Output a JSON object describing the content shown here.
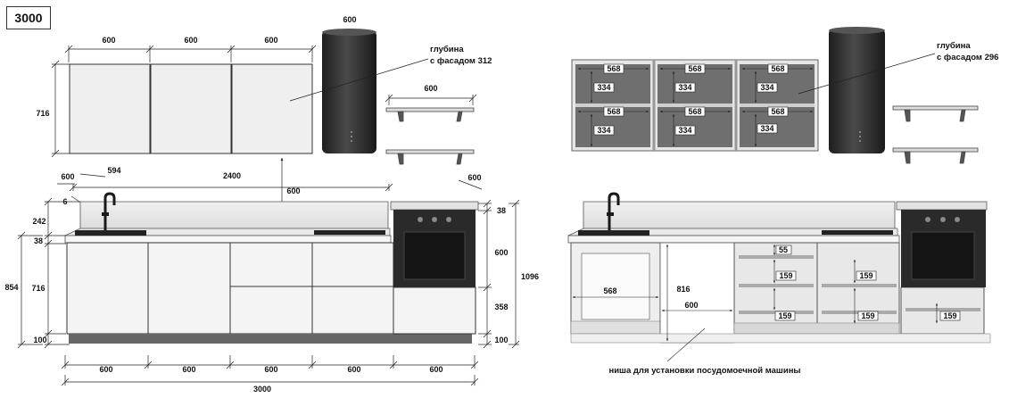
{
  "title": "3000",
  "left_view": {
    "upper_widths": [
      "600",
      "600",
      "600"
    ],
    "hood_width": "600",
    "upper_height": "716",
    "upper_depth_note": [
      "глубина",
      "с фасадом 312"
    ],
    "shelf_width": "600",
    "sink_depth": "594",
    "counter_depth_left": "600",
    "counter_length": "2400",
    "backsplash_gap": "600",
    "column_depth": "600",
    "panel_thickness": "6",
    "backsplash_height": "242",
    "top_thickness_left": "38",
    "lower_total_height": "854",
    "lower_body_height": "716",
    "plinth_left": "100",
    "oven_top_thickness": "38",
    "oven_height": "600",
    "drawer_height": "358",
    "plinth_right": "100",
    "column_total_height": "1096",
    "bottom_widths": [
      "600",
      "600",
      "600",
      "600",
      "600"
    ],
    "total_width": "3000"
  },
  "right_view": {
    "upper_inner_width": "568",
    "upper_shelf_height": "334",
    "upper_depth_note": [
      "глубина",
      "с фасадом 296"
    ],
    "dishwasher_niche_width": "600",
    "dishwasher_niche_height": "816",
    "inner_width_left": "568",
    "drawer_small": "55",
    "drawer_mid": "159",
    "niche_note": "ниша для установки посудомоечной машины"
  }
}
